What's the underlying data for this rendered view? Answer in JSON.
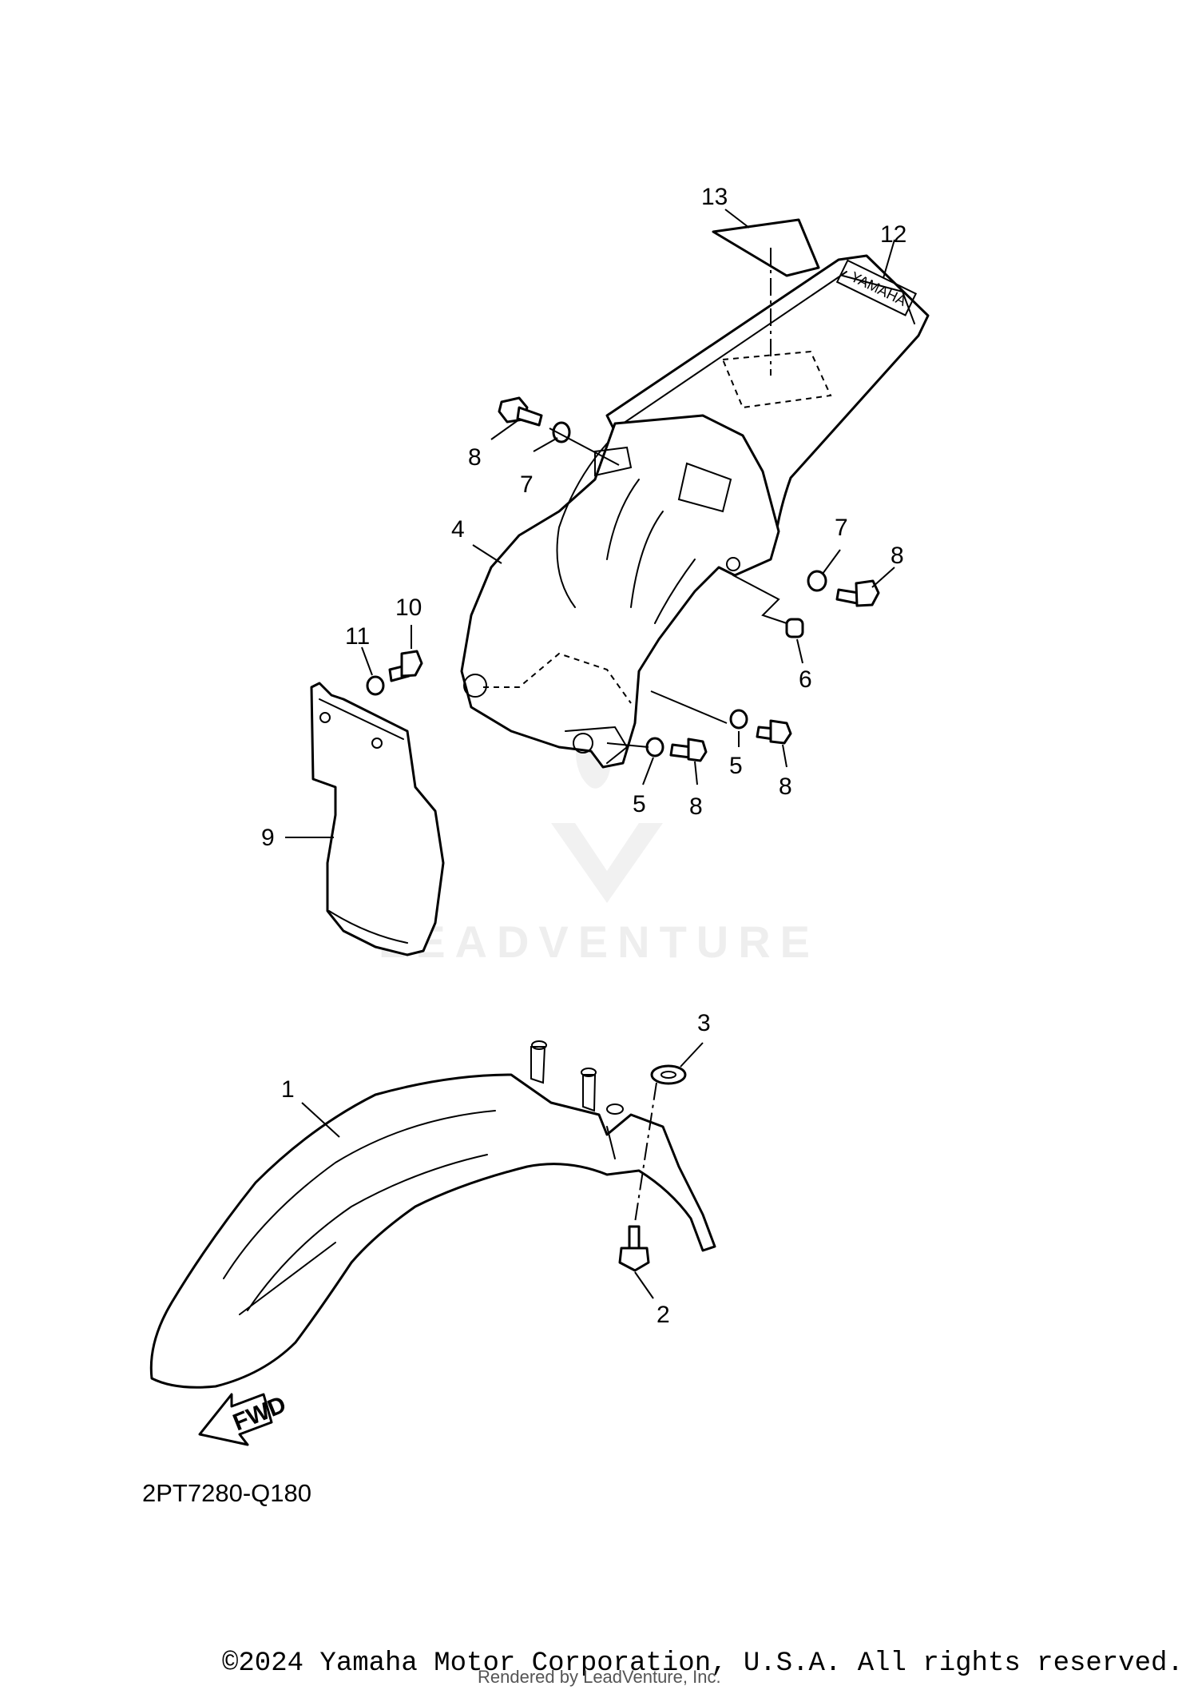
{
  "callouts": {
    "c1": "1",
    "c2": "2",
    "c3": "3",
    "c4": "4",
    "c5a": "5",
    "c5b": "5",
    "c6": "6",
    "c7a": "7",
    "c7b": "7",
    "c8a": "8",
    "c8b": "8",
    "c8c": "8",
    "c8d": "8",
    "c9": "9",
    "c10": "10",
    "c11": "11",
    "c12": "12",
    "c13": "13"
  },
  "arrow_label": "FWD",
  "diagram_code": "2PT7280-Q180",
  "watermark": "LEADVENTURE",
  "copyright": "©2024 Yamaha Motor Corporation, U.S.A. All rights reserved.",
  "rendered_by": "Rendered by LeadVenture, Inc."
}
